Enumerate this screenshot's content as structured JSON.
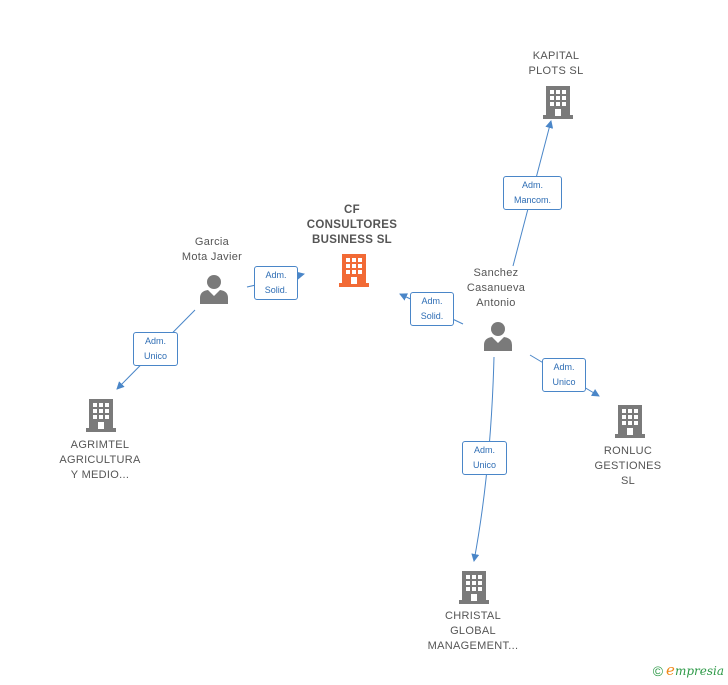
{
  "nodes": {
    "cf": {
      "lines": [
        "CF",
        "CONSULTORES",
        "BUSINESS  SL"
      ]
    },
    "kapital": {
      "lines": [
        "KAPITAL",
        "PLOTS  SL"
      ]
    },
    "garcia": {
      "lines": [
        "Garcia",
        "Mota Javier"
      ]
    },
    "sanchez": {
      "lines": [
        "Sanchez",
        "Casanueva",
        "Antonio"
      ]
    },
    "agrimtel": {
      "lines": [
        "AGRIMTEL",
        "AGRICULTURA",
        "Y MEDIO..."
      ]
    },
    "ronluc": {
      "lines": [
        "RONLUC",
        "GESTIONES",
        "SL"
      ]
    },
    "christal": {
      "lines": [
        "CHRISTAL",
        "GLOBAL",
        "MANAGEMENT..."
      ]
    }
  },
  "relations": {
    "garcia_cf": [
      "Adm.",
      "Solid."
    ],
    "sanchez_cf": [
      "Adm.",
      "Solid."
    ],
    "sanchez_kapital": [
      "Adm.",
      "Mancom."
    ],
    "garcia_agrimtel": [
      "Adm.",
      "Unico"
    ],
    "sanchez_ronluc": [
      "Adm.",
      "Unico"
    ],
    "sanchez_christal": [
      "Adm.",
      "Unico"
    ]
  },
  "colors": {
    "focus_company": "#f26a35",
    "company": "#7a7a7a",
    "person": "#7a7a7a",
    "edge": "#4a86c8"
  },
  "footer": {
    "copyright": "©",
    "brand_initial": "e",
    "brand_rest": "mpresia"
  }
}
